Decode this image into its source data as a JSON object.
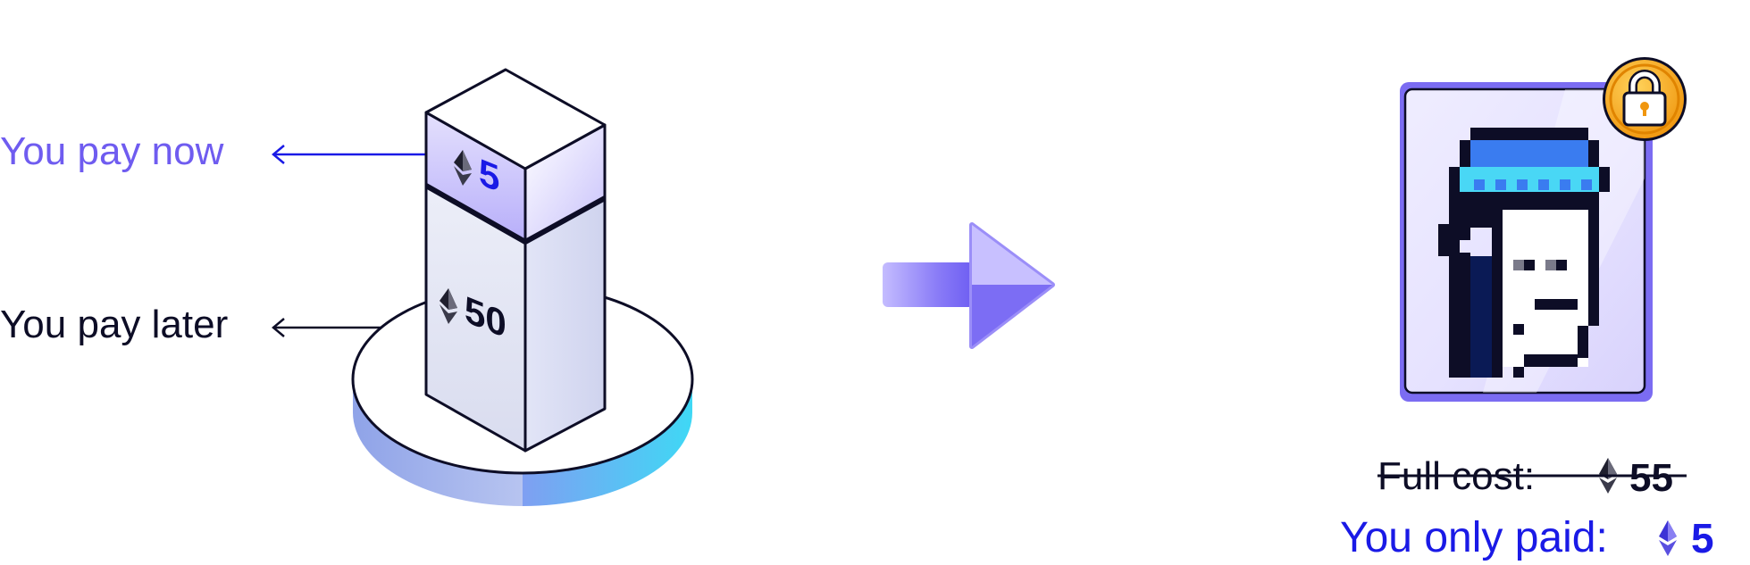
{
  "labels": {
    "pay_now": "You pay now",
    "pay_later": "You pay later",
    "full_cost_label": "Full cost:",
    "full_cost_value": "55",
    "paid_label": "You only paid:",
    "paid_value": "5"
  },
  "pillar": {
    "top_value": "5",
    "bottom_value": "50"
  },
  "icons": {
    "currency": "ethereum-icon",
    "lock": "padlock-icon",
    "arrow": "right-arrow-icon",
    "nft": "pixel-punk-avatar-icon"
  },
  "colors": {
    "accent_blue": "#1a1ae6",
    "accent_purple": "#6f5cf0",
    "ink": "#0d0d26",
    "card_frame": "#7b6cf2",
    "lock_gold": "#f3a51a",
    "disc_cyan": "#3fd8f5",
    "beanie_blue": "#3a7cf0",
    "beanie_cyan": "#49d7f5"
  }
}
